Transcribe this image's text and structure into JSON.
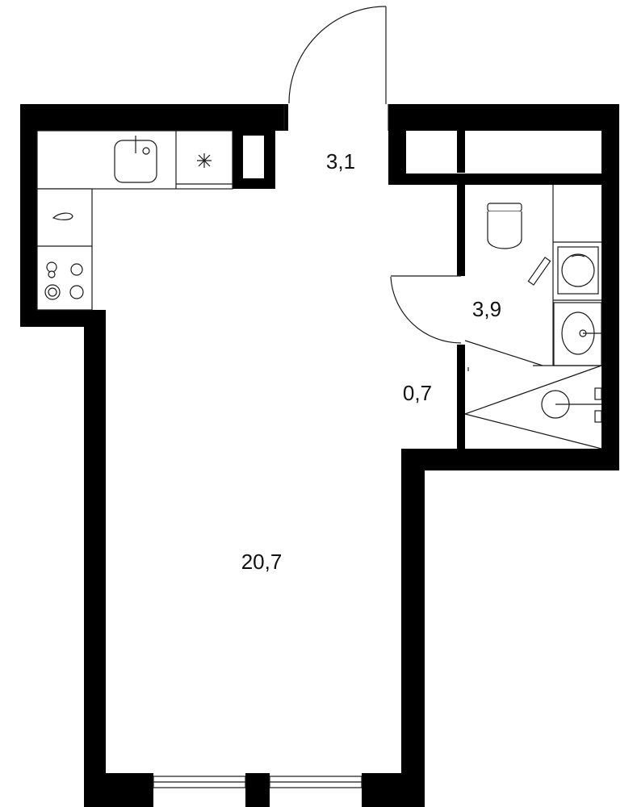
{
  "plan": {
    "rooms": [
      {
        "id": "hall",
        "area": "3,1"
      },
      {
        "id": "bathroom",
        "area": "3,9"
      },
      {
        "id": "closet",
        "area": "0,7"
      },
      {
        "id": "living",
        "area": "20,7"
      }
    ],
    "colors": {
      "wall": "#000000",
      "line": "#1a1a1a",
      "background": "#ffffff"
    },
    "icons": [
      "kitchen-sink-icon",
      "fridge-icon",
      "hob-icon",
      "toilet-icon",
      "washing-machine-icon",
      "washbasin-icon",
      "shower-icon",
      "door-swing-icon",
      "window-icon"
    ]
  }
}
